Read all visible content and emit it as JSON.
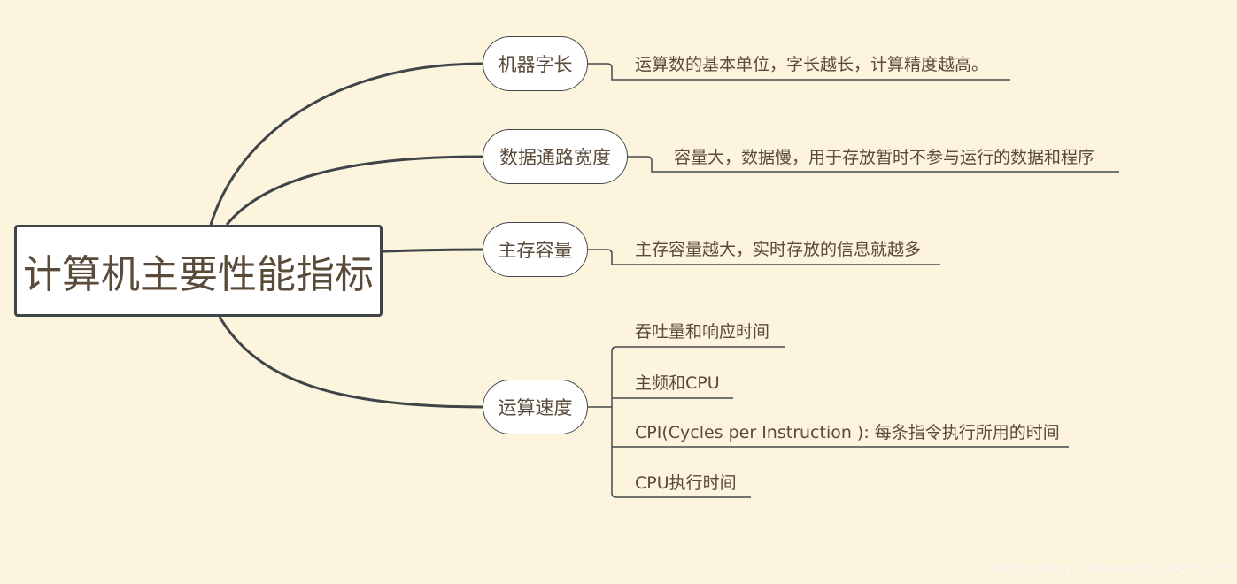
{
  "mindmap": {
    "root": {
      "label": "计算机主要性能指标"
    },
    "branches": [
      {
        "label": "机器字长",
        "leaves": [
          "运算数的基本单位，字长越长，计算精度越高。"
        ]
      },
      {
        "label": "数据通路宽度",
        "leaves": [
          "容量大，数据慢，用于存放暂时不参与运行的数据和程序"
        ]
      },
      {
        "label": "主存容量",
        "leaves": [
          "主存容量越大，实时存放的信息就越多"
        ]
      },
      {
        "label": "运算速度",
        "leaves": [
          "吞吐量和响应时间",
          "主频和CPU",
          "CPI(Cycles per Instruction ): 每条指令执行所用的时间",
          "CPU执行时间"
        ]
      }
    ]
  },
  "watermark": "https://blog.csdn.net/qq_36255237",
  "colors": {
    "background": "#fcf4dd",
    "line": "#3f4448",
    "text": "#5a4a3a",
    "node_fill": "#ffffff"
  }
}
